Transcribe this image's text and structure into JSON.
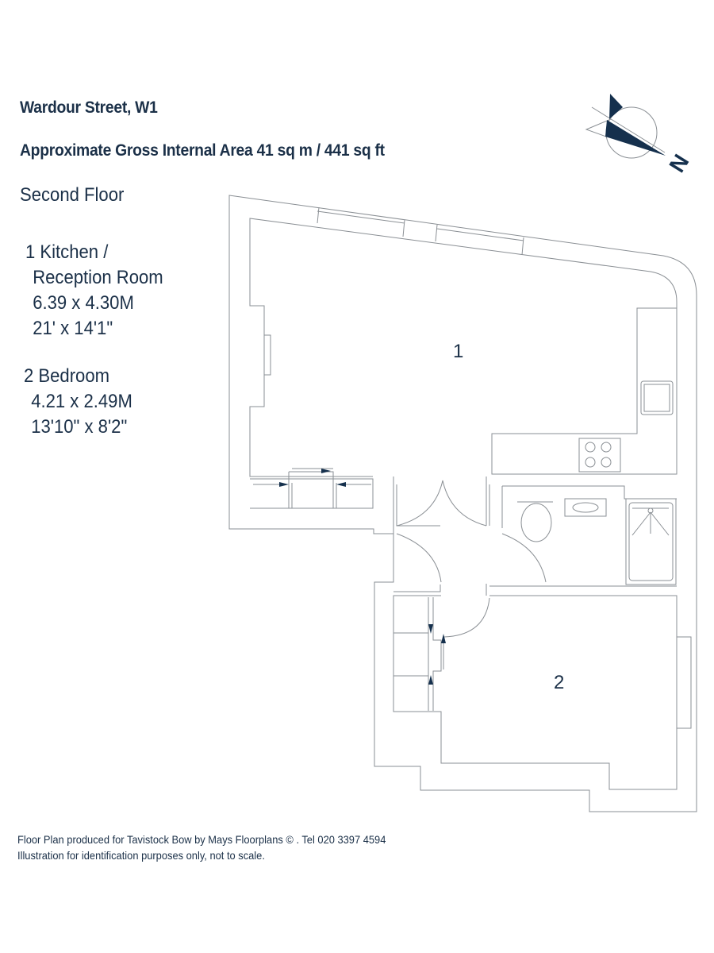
{
  "header": {
    "title": "Wardour Street, W1",
    "area": "Approximate Gross Internal Area 41 sq m /  441 sq ft",
    "floor": "Second Floor"
  },
  "rooms": [
    {
      "number": "1",
      "name_line1": "1 Kitchen /",
      "name_line2": "Reception Room",
      "metric": "6.39 x 4.30M",
      "imperial": "21' x 14'1\""
    },
    {
      "number": "2",
      "name_line1": "2 Bedroom",
      "metric": "4.21 x 2.49M",
      "imperial": "13'10\" x 8'2\""
    }
  ],
  "compass": {
    "label": "N",
    "color": "#15304d"
  },
  "footer": {
    "line1": "Floor Plan produced for Tavistock Bow  by Mays Floorplans  © . Tel 020 3397 4594",
    "line2": "Illustration for identification purposes only, not to scale."
  }
}
